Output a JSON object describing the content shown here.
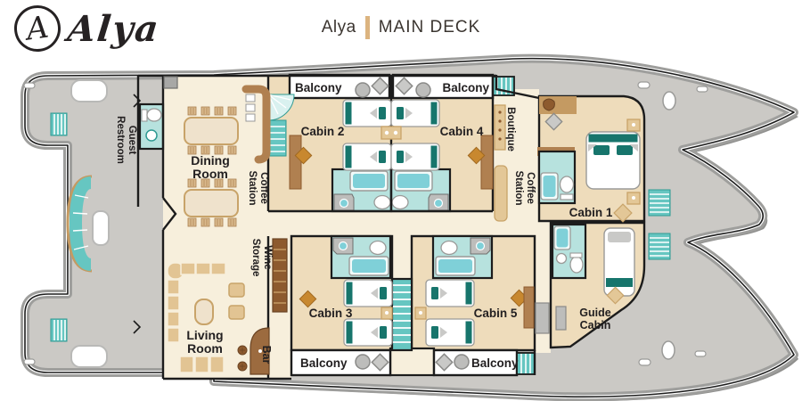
{
  "header": {
    "logo_monogram": "A",
    "logo_script": "Alya",
    "title_ship": "Alya",
    "title_deck": "MAIN DECK"
  },
  "rooms": {
    "guest_restroom": {
      "line1": "Guest",
      "line2": "Restroom"
    },
    "dining_room": {
      "line1": "Dining",
      "line2": "Room"
    },
    "coffee_station_left": {
      "line1": "Coffee",
      "line2": "Station"
    },
    "coffee_station_right": {
      "line1": "Coffee",
      "line2": "Station"
    },
    "wine_storage": {
      "line1": "Wine",
      "line2": "Storage"
    },
    "living_room": {
      "line1": "Living",
      "line2": "Room"
    },
    "guide_cabin": {
      "line1": "Guide",
      "line2": "Cabin"
    },
    "boutique": "Boutique",
    "bar": "Bar",
    "cabin_1": "Cabin 1",
    "cabin_2": "Cabin 2",
    "cabin_3": "Cabin 3",
    "cabin_4": "Cabin 4",
    "cabin_5": "Cabin 5",
    "balcony_top_left": "Balcony",
    "balcony_top_right": "Balcony",
    "balcony_bottom_left": "Balcony",
    "balcony_bottom_right": "Balcony"
  },
  "colors": {
    "hull_band": "#9e9e9c",
    "hull_shadow": "#90908e",
    "deck": "#cbc9c5",
    "interior_cream": "#f7efdc",
    "cabin_tan": "#eedcbb",
    "bath_teal": "#b7e2de",
    "teal": "#66c6c1",
    "teal_dark": "#2f9a92",
    "bed_teal": "#17756c",
    "furniture_tan": "#e3c797",
    "furniture_line": "#c8a369",
    "brown": "#b08050",
    "dark_brown": "#9c6b3f",
    "wall": "#1c1c1c",
    "accent_bar": "#dcb480",
    "gray_object": "#bdbdbb"
  }
}
